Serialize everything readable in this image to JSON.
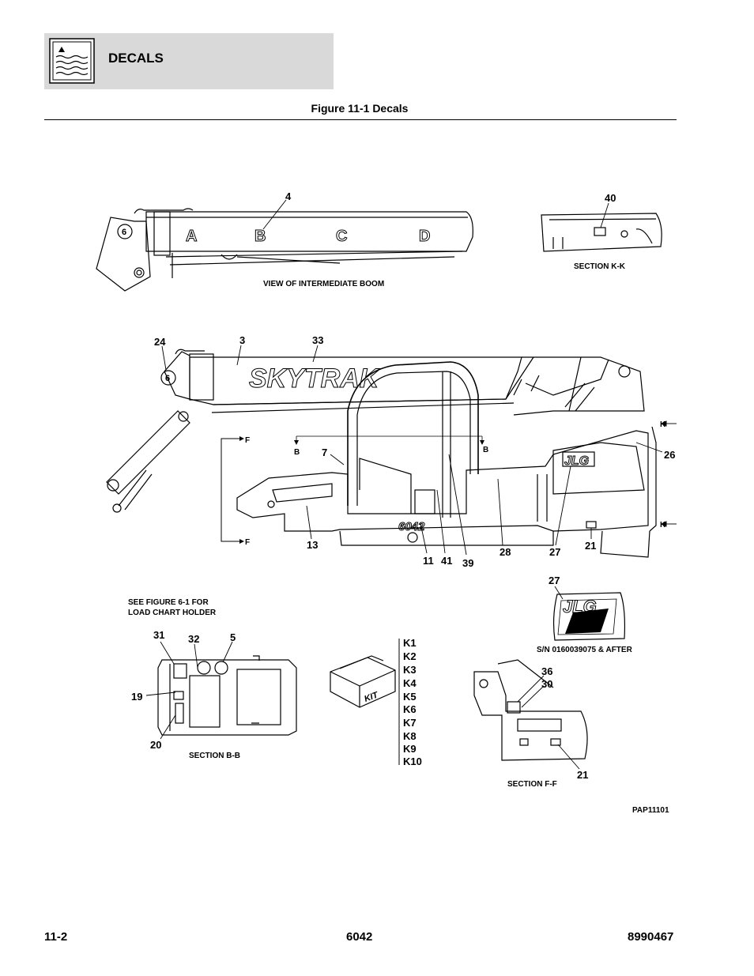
{
  "header": {
    "title": "DECALS"
  },
  "figure": {
    "title": "Figure 11-1 Decals"
  },
  "footer": {
    "left": "11-2",
    "center": "6042",
    "right": "8990467"
  },
  "diagram": {
    "callouts": [
      {
        "id": "c4",
        "label": "4"
      },
      {
        "id": "c40",
        "label": "40"
      },
      {
        "id": "c24",
        "label": "24"
      },
      {
        "id": "c3",
        "label": "3"
      },
      {
        "id": "c33",
        "label": "33"
      },
      {
        "id": "c7",
        "label": "7"
      },
      {
        "id": "c26",
        "label": "26"
      },
      {
        "id": "c13",
        "label": "13"
      },
      {
        "id": "c11",
        "label": "11"
      },
      {
        "id": "c41",
        "label": "41"
      },
      {
        "id": "c39",
        "label": "39"
      },
      {
        "id": "c28",
        "label": "28"
      },
      {
        "id": "c27a",
        "label": "27"
      },
      {
        "id": "c21a",
        "label": "21"
      },
      {
        "id": "c27b",
        "label": "27"
      },
      {
        "id": "c31",
        "label": "31"
      },
      {
        "id": "c32",
        "label": "32"
      },
      {
        "id": "c5",
        "label": "5"
      },
      {
        "id": "c19",
        "label": "19"
      },
      {
        "id": "c20",
        "label": "20"
      },
      {
        "id": "c36",
        "label": "36"
      },
      {
        "id": "c30",
        "label": "30"
      },
      {
        "id": "c21b",
        "label": "21"
      }
    ],
    "captions": {
      "boom": "VIEW OF INTERMEDIATE BOOM",
      "section_kk": "SECTION K-K",
      "see_fig_1": "SEE FIGURE 6-1 FOR",
      "see_fig_2": "LOAD CHART HOLDER",
      "serial": "S/N 0160039075 & AFTER",
      "section_bb": "SECTION B-B",
      "section_ff": "SECTION F-F",
      "drawing_id": "PAP11101"
    },
    "section_markers": {
      "b": "B",
      "f": "F",
      "k": "K"
    },
    "boom_letters": [
      "A",
      "B",
      "C",
      "D"
    ],
    "boom_number": "6",
    "brand_text": "SKYTRAK",
    "model_text": "6042",
    "jlg_text": "JLG",
    "kit_text": "KIT",
    "kit_list": [
      "K1",
      "K2",
      "K3",
      "K4",
      "K5",
      "K6",
      "K7",
      "K8",
      "K9",
      "K10"
    ]
  }
}
